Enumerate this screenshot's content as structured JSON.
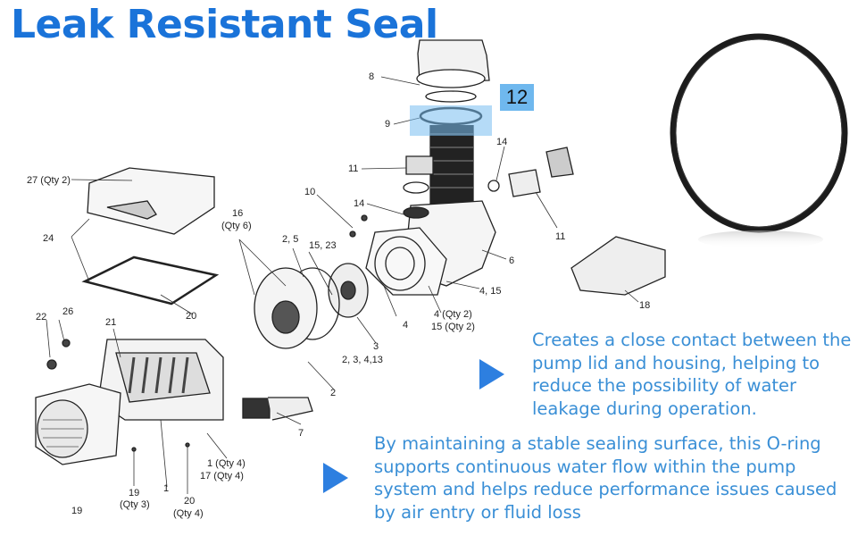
{
  "title": "Leak Resistant Seal",
  "callout_number": "12",
  "paragraph_1": "Creates a close contact between the pump lid and housing, helping to reduce the possibility of water leakage during operation.",
  "paragraph_2": "By maintaining a stable sealing surface, this O-ring supports continuous water flow within the pump system and helps reduce performance issues caused by air entry or fluid loss",
  "part_labels": {
    "l8": "8",
    "l9": "9",
    "l14a": "14",
    "l11a": "11",
    "l10": "10",
    "l14b": "14",
    "l11b": "11",
    "l6": "6",
    "l27": "27 (Qty 2)",
    "l16a": "16",
    "l16b": "(Qty 6)",
    "l25": "2, 5",
    "l1523": "15, 23",
    "l24": "24",
    "l20a": "20",
    "l22": "22",
    "l26": "26",
    "l21": "21",
    "l4": "4",
    "l415": "4, 15",
    "l4q": "4 (Qty 2)",
    "l15q": "15 (Qty 2)",
    "l18": "18",
    "l3": "3",
    "l2413": "2, 3, 4,13",
    "l2": "2",
    "l7": "7",
    "l1q": "1 (Qty 4)",
    "l17q": "17 (Qty 4)",
    "l19a": "19",
    "l19b": "19",
    "l19q": "(Qty 3)",
    "l1": "1",
    "l20b": "20",
    "l20q": "(Qty 4)"
  },
  "colors": {
    "title": "#1a73d9",
    "body_text": "#3a8fd6",
    "arrow": "#2d7fe0",
    "highlight": "#6fb8ee"
  }
}
